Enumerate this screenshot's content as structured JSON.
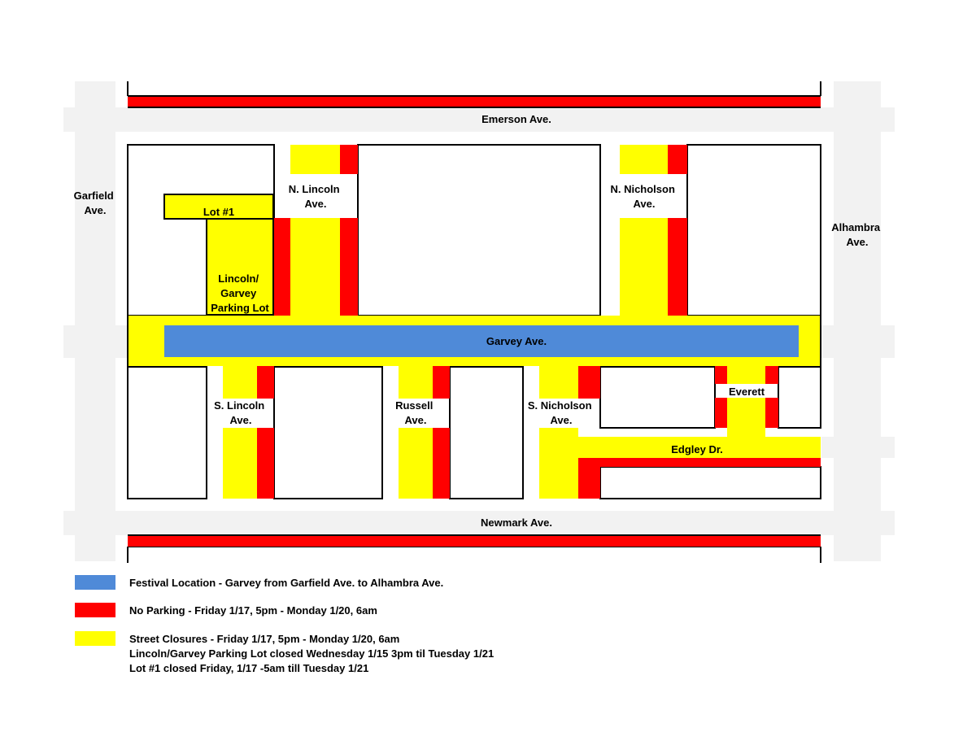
{
  "colors": {
    "festival": "#4f8ad8",
    "no_parking": "#ff0000",
    "closure": "#ffff00",
    "road": "#f2f2f2",
    "block": "#ffffff",
    "outline": "#000000"
  },
  "streets": {
    "emerson": "Emerson Ave.",
    "garfield": [
      "Garfield",
      "Ave."
    ],
    "alhambra": [
      "Alhambra",
      "Ave."
    ],
    "n_lincoln": [
      "N. Lincoln",
      "Ave."
    ],
    "n_nicholson": [
      "N. Nicholson",
      "Ave."
    ],
    "garvey": "Garvey Ave.",
    "s_lincoln": [
      "S. Lincoln",
      "Ave."
    ],
    "russell": [
      "Russell",
      "Ave."
    ],
    "s_nicholson": [
      "S. Nicholson",
      "Ave."
    ],
    "everett": "Everett",
    "edgley": "Edgley Dr.",
    "newmark": "Newmark Ave."
  },
  "lots": {
    "lot1": "Lot #1",
    "lincoln_garvey": [
      "Lincoln/",
      "Garvey",
      "Parking Lot"
    ]
  },
  "legend": [
    {
      "icon": "blue-swatch",
      "lines": [
        "Festival Location - Garvey from Garfield Ave. to Alhambra Ave."
      ]
    },
    {
      "icon": "red-swatch",
      "lines": [
        "No Parking - Friday 1/17, 5pm - Monday 1/20, 6am"
      ]
    },
    {
      "icon": "yellow-swatch",
      "lines": [
        "Street Closures - Friday 1/17, 5pm - Monday 1/20, 6am",
        "Lincoln/Garvey Parking Lot closed Wednesday 1/15 3pm til Tuesday 1/21",
        "Lot #1 closed Friday, 1/17 -5am till Tuesday 1/21"
      ]
    }
  ]
}
